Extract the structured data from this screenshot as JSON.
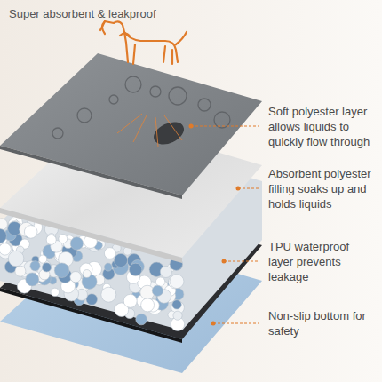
{
  "diagram": {
    "title": "Super absorbent & leakproof",
    "labels": [
      "Soft polyester layer allows liquids to quickly flow through",
      "Absorbent polyester filling soaks up and holds liquids",
      "TPU waterproof layer prevents leakage",
      "Non-slip bottom for safety"
    ]
  }
}
